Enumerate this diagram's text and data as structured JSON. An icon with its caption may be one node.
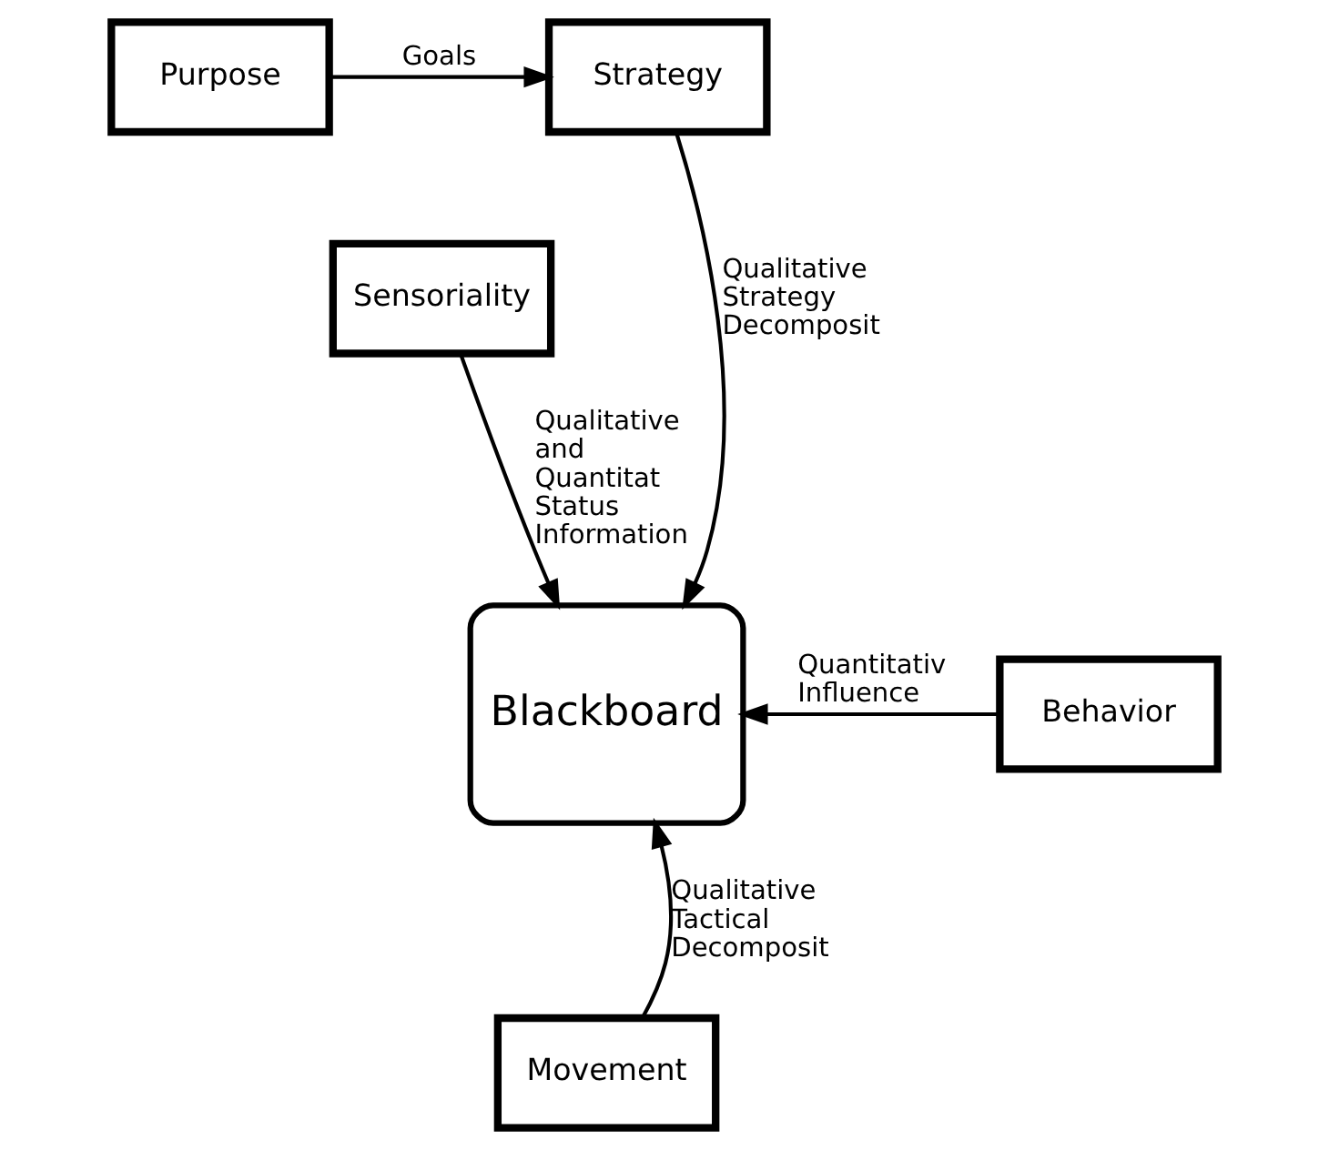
{
  "diagram": {
    "nodes": [
      {
        "text": [
          "Purpose"
        ]
      },
      {
        "text": [
          "Strategy"
        ]
      },
      {
        "text": [
          "Sensoriality"
        ]
      },
      {
        "text": [
          "Blackboard"
        ]
      },
      {
        "text": [
          "Behavior"
        ]
      },
      {
        "text": [
          "Movement"
        ]
      }
    ],
    "edges": [
      {
        "from": 0,
        "to": 1,
        "arrow": "to",
        "label": "Goals"
      },
      {
        "from": 1,
        "to": 3,
        "arrow": "to",
        "label": "Qualitative Strategy Decomposit"
      },
      {
        "from": 2,
        "to": 3,
        "arrow": "to",
        "label": "Qualitative and Quantitat Status Information"
      },
      {
        "from": 4,
        "to": 3,
        "arrow": "to",
        "label": "Quantitativ Influence"
      },
      {
        "from": 5,
        "to": 3,
        "arrow": "to",
        "label": "Qualitative Tactical Decomposit"
      }
    ]
  }
}
